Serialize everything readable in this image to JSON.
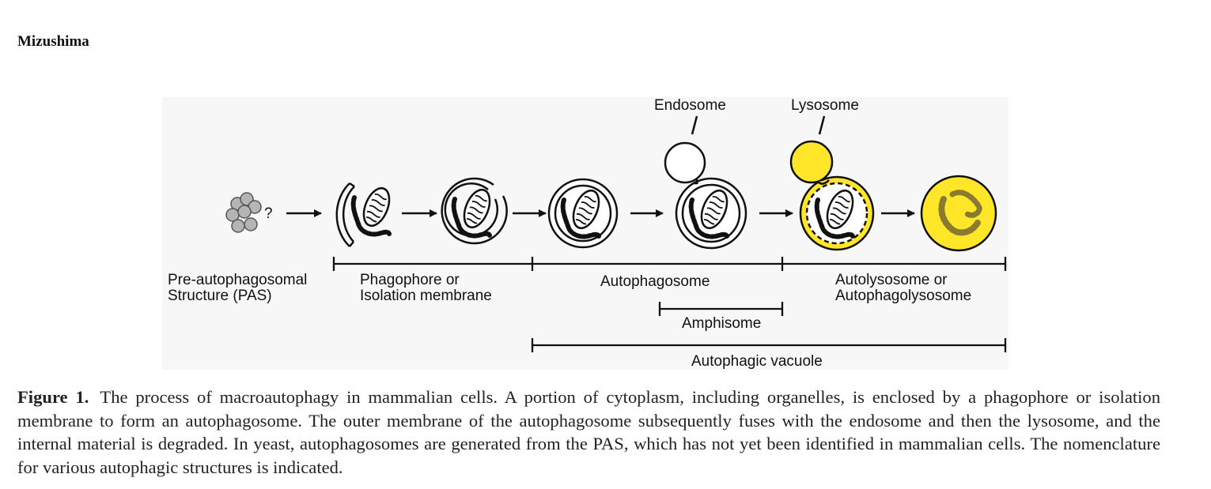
{
  "header": {
    "running_head": "Mizushima"
  },
  "figure": {
    "labels": {
      "pas_q": "?",
      "pas_line1": "Pre-autophagosomal",
      "pas_line2": "Structure (PAS)",
      "phago_line1": "Phagophore or",
      "phago_line2": "Isolation membrane",
      "autophagosome": "Autophagosome",
      "autolys_line1": "Autolysosome or",
      "autolys_line2": "Autophagolysosome",
      "amphisome": "Amphisome",
      "vacuole": "Autophagic vacuole",
      "endosome": "Endosome",
      "lysosome": "Lysosome"
    },
    "colors": {
      "lysosome_fill": "#FFE629",
      "stage_fill": "#F7F7F7",
      "pas_fill": "#B5B5B5"
    }
  },
  "caption": {
    "label": "Figure 1.",
    "text": "The process of macroautophagy in mammalian cells. A portion of cytoplasm, including organelles, is enclosed by a phagophore or isolation membrane to form an autophagosome. The outer membrane of the autophagosome subsequently fuses with the endosome and then the lysosome, and the internal material is degraded. In yeast, autophagosomes are generated from the PAS, which has not yet been identified in mammalian cells. The nomenclature for various autophagic structures is indicated."
  }
}
